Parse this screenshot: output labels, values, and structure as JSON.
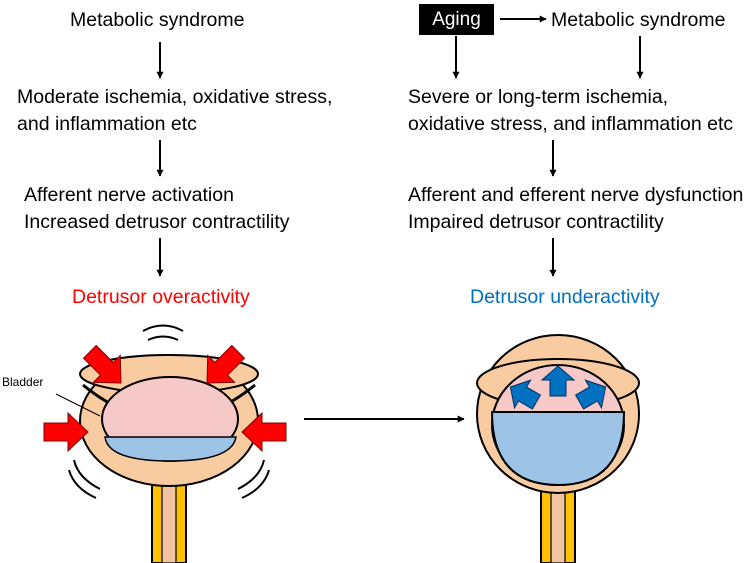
{
  "left": {
    "step1": "Metabolic syndrome",
    "step2_line1": "Moderate ischemia, oxidative stress,",
    "step2_line2": "and inflammation etc",
    "step3_line1": "Afferent nerve activation",
    "step3_line2": "Increased detrusor contractility",
    "outcome": "Detrusor overactivity"
  },
  "right": {
    "aging": "Aging",
    "step1": "Metabolic syndrome",
    "step2_line1": "Severe or long-term ischemia,",
    "step2_line2": "oxidative stress, and inflammation etc",
    "step3_line1": "Afferent and efferent nerve dysfunction",
    "step3_line2": "Impaired detrusor contractility",
    "outcome": "Detrusor underactivity"
  },
  "bladder_label": "Bladder",
  "colors": {
    "overactivity": "#ff0000",
    "underactivity": "#0070c0",
    "bladder_wall": "#f8cba0",
    "lumen": "#f6c8c8",
    "urine": "#9dc3e6",
    "urethra": "#ffc000",
    "force_arrow": "#ff0000",
    "expansion_arrow": "#0070c0"
  }
}
